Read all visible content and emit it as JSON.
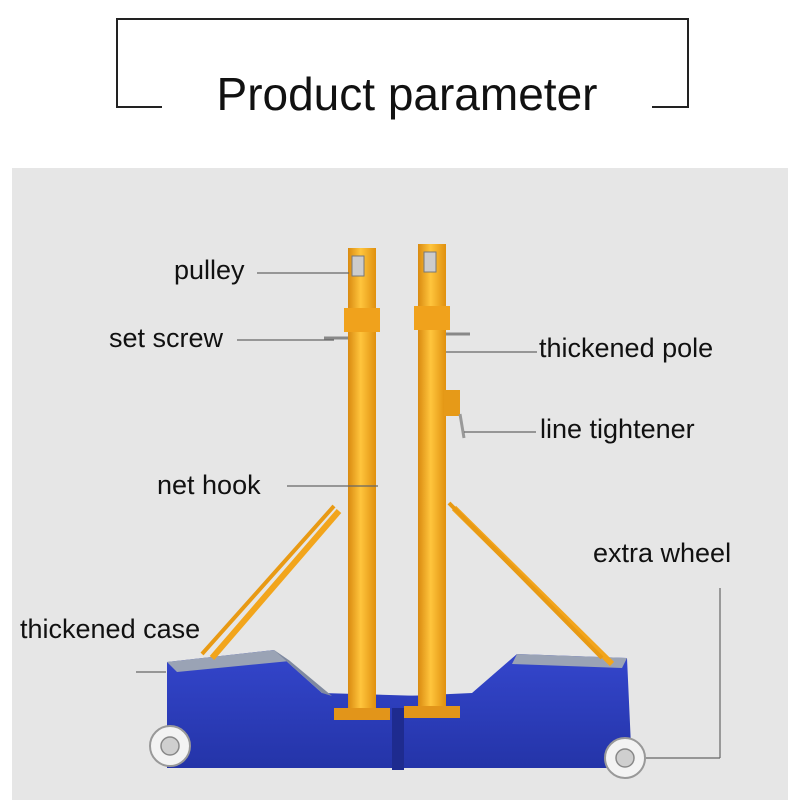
{
  "title": "Product parameter",
  "labels": {
    "pulley": "pulley",
    "set_screw": "set screw",
    "net_hook": "net hook",
    "thickened_case": "thickened case",
    "thickened_pole": "thickened pole",
    "line_tightener": "line tightener",
    "extra_wheel": "extra wheel"
  },
  "colors": {
    "pole": "#f2a51c",
    "case": "#2f3fc0",
    "background": "#e6e6e6"
  }
}
